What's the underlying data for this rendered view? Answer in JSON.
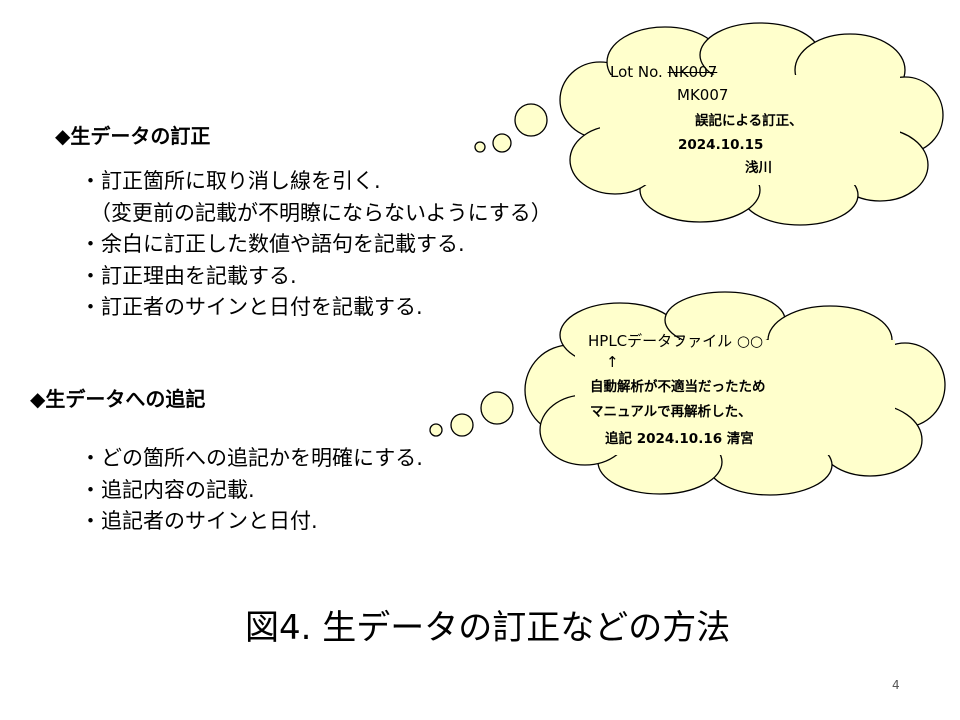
{
  "section1": {
    "heading": "◆生データの訂正",
    "items": [
      "・訂正箇所に取り消し線を引く.",
      "（変更前の記載が不明瞭にならないようにする）",
      "・余白に訂正した数値や語句を記載する.",
      "・訂正理由を記載する.",
      "・訂正者のサインと日付を記載する."
    ]
  },
  "section2": {
    "heading": "◆生データへの追記",
    "items": [
      "・どの箇所への追記かを明確にする.",
      "・追記内容の記載.",
      "・追記者のサインと日付."
    ]
  },
  "cloud1": {
    "lot_prefix": "Lot No. ",
    "lot_old": "NK007",
    "lot_new": "MK007",
    "reason": "誤記による訂正、",
    "date": "2024.10.15",
    "signer": "浅川"
  },
  "cloud2": {
    "file_line": "HPLCデータファイル ○○",
    "arrow": "↑",
    "line1": "自動解析が不適当だったため",
    "line2": "マニュアルで再解析した、",
    "line3": "追記 2024.10.16 清宮"
  },
  "caption": "図4. 生データの訂正などの方法",
  "page_number": "4",
  "colors": {
    "cloud_fill": "#FFFFCC",
    "outline": "#000000"
  }
}
